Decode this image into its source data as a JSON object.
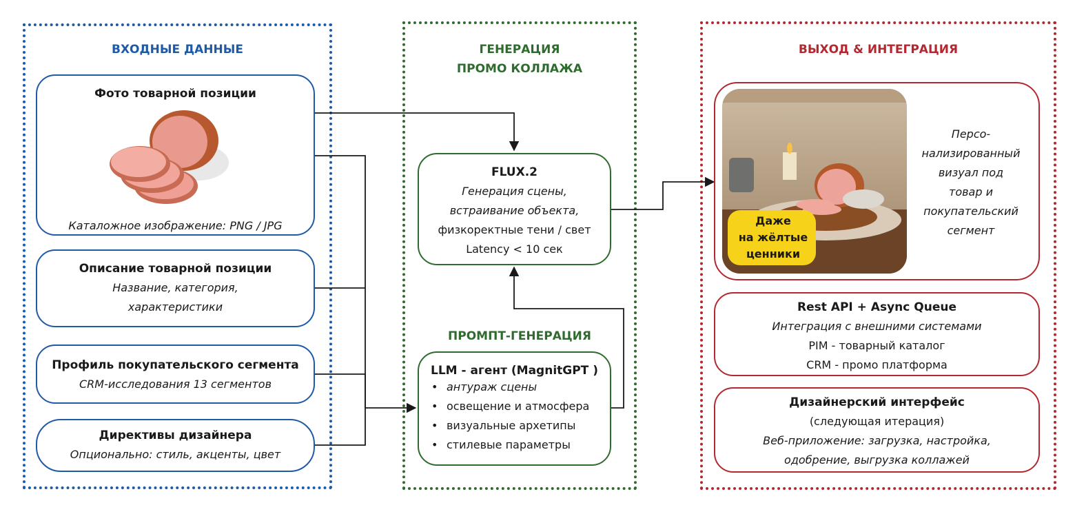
{
  "colors": {
    "input": "#1f5aa6",
    "generation": "#2f6b2f",
    "output": "#b2282e"
  },
  "input": {
    "title": "ВХОДНЫЕ ДАННЫЕ",
    "photo": {
      "title": "Фото товарной позиции",
      "caption": "Каталожное изображение: PNG / JPG",
      "image_icon": "ham-product-image"
    },
    "description": {
      "title": "Описание товарной позиции",
      "line1": "Название, категория,",
      "line2": "характеристики"
    },
    "profile": {
      "title": "Профиль покупательского сегмента",
      "line1": "CRM-исследования 13 сегментов"
    },
    "directives": {
      "title": "Директивы дизайнера",
      "line1": "Опционально: стиль, акценты, цвет"
    }
  },
  "generation": {
    "title_line1": "ГЕНЕРАЦИЯ",
    "title_line2": "ПРОМО КОЛЛАЖА",
    "flux": {
      "title": "FLUX.2",
      "line1": "Генерация сцены,",
      "line2": "встраивание объекта,",
      "line3": "физкоректные тени / свет",
      "line4": "Latency < 10 сек"
    },
    "prompt_title": "ПРОМПТ-ГЕНЕРАЦИЯ",
    "llm": {
      "title": "LLM - агент (MagnitGPT )",
      "bullets": [
        "антураж сцены",
        "освещение и атмосфера",
        "визуальные архетипы",
        "стилевые параметры"
      ]
    }
  },
  "output": {
    "title": "ВЫХОД & ИНТЕГРАЦИЯ",
    "visual": {
      "badge_line1": "Даже",
      "badge_line2": "на жёлтые",
      "badge_line3": "ценники",
      "text_line1": "Персо-",
      "text_line2": "нализированный",
      "text_line3": "визуал под",
      "text_line4": "товар и",
      "text_line5": "покупательский",
      "text_line6": "сегмент",
      "image_icon": "promo-collage-image"
    },
    "api": {
      "title": "Rest API + Async Queue",
      "line1": "Интеграция с внешними системами",
      "line2": "PIM - товарный каталог",
      "line3": "CRM - промо платформа"
    },
    "designer": {
      "title": "Дизайнерский интерфейс",
      "line1": "(следующая итерация)",
      "line2": "Веб-приложение: загрузка, настройка,",
      "line3": "одобрение, выгрузка коллажей"
    }
  }
}
